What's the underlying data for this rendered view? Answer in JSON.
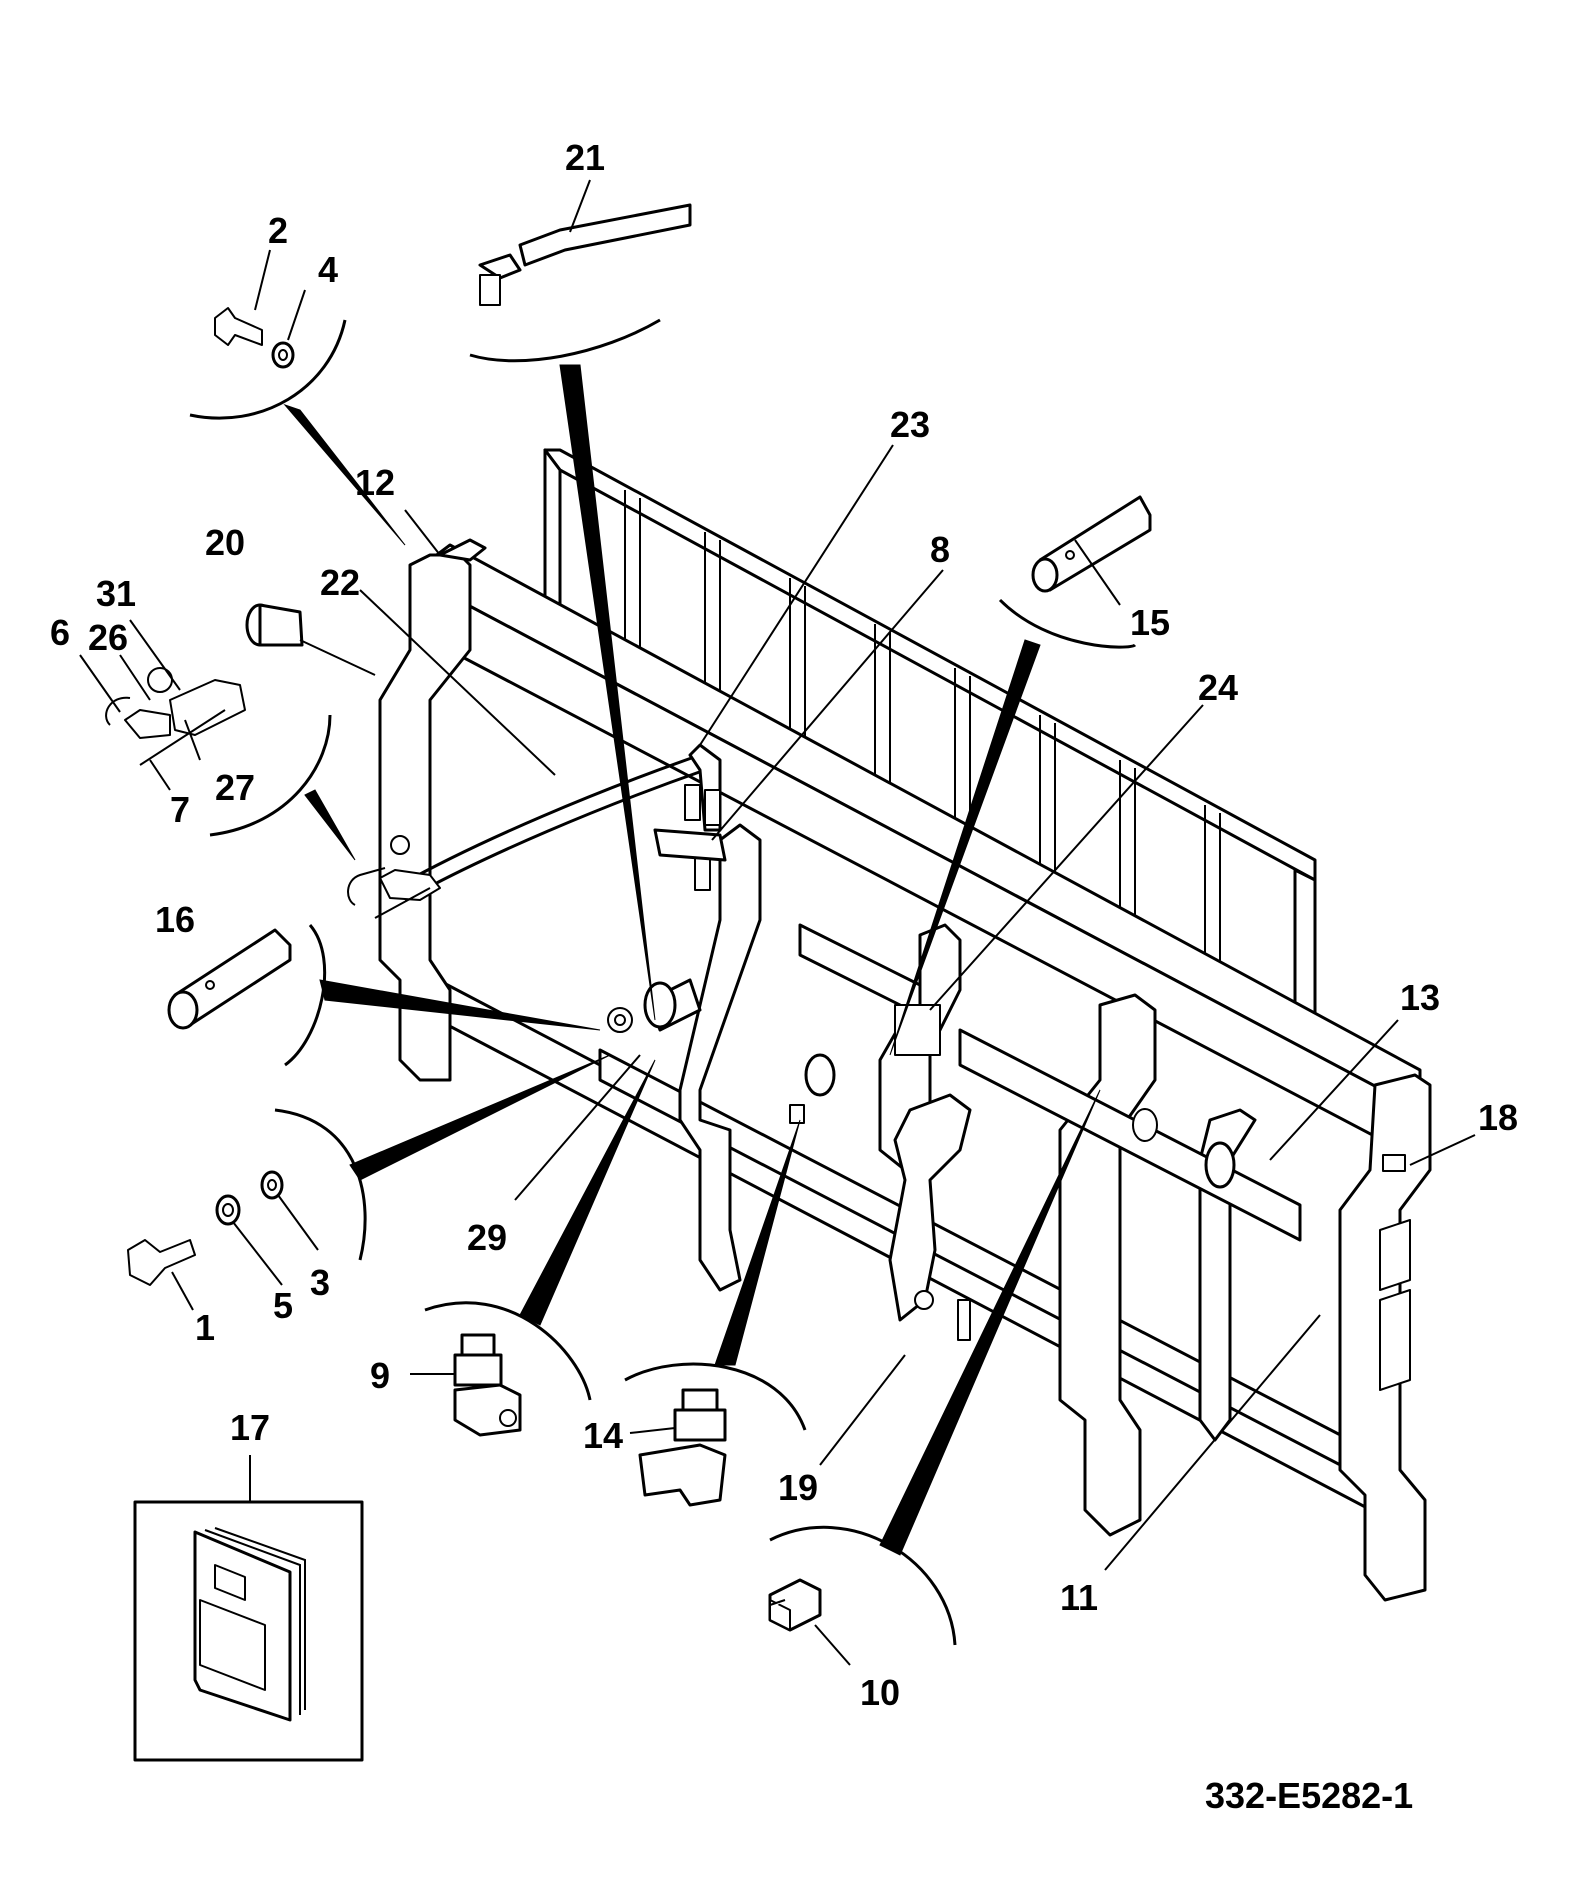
{
  "drawing_number": "332-E5282-1",
  "callouts": [
    {
      "id": "c1",
      "label": "1"
    },
    {
      "id": "c2",
      "label": "2"
    },
    {
      "id": "c3",
      "label": "3"
    },
    {
      "id": "c4",
      "label": "4"
    },
    {
      "id": "c5",
      "label": "5"
    },
    {
      "id": "c6",
      "label": "6"
    },
    {
      "id": "c7",
      "label": "7"
    },
    {
      "id": "c8",
      "label": "8"
    },
    {
      "id": "c9",
      "label": "9"
    },
    {
      "id": "c10",
      "label": "10"
    },
    {
      "id": "c11",
      "label": "11"
    },
    {
      "id": "c12",
      "label": "12"
    },
    {
      "id": "c13",
      "label": "13"
    },
    {
      "id": "c14",
      "label": "14"
    },
    {
      "id": "c15",
      "label": "15"
    },
    {
      "id": "c16",
      "label": "16"
    },
    {
      "id": "c17",
      "label": "17"
    },
    {
      "id": "c18",
      "label": "18"
    },
    {
      "id": "c19",
      "label": "19"
    },
    {
      "id": "c20",
      "label": "20"
    },
    {
      "id": "c21",
      "label": "21"
    },
    {
      "id": "c22",
      "label": "22"
    },
    {
      "id": "c23",
      "label": "23"
    },
    {
      "id": "c24",
      "label": "24"
    },
    {
      "id": "c26",
      "label": "26"
    },
    {
      "id": "c27",
      "label": "27"
    },
    {
      "id": "c29",
      "label": "29"
    },
    {
      "id": "c31",
      "label": "31"
    }
  ]
}
